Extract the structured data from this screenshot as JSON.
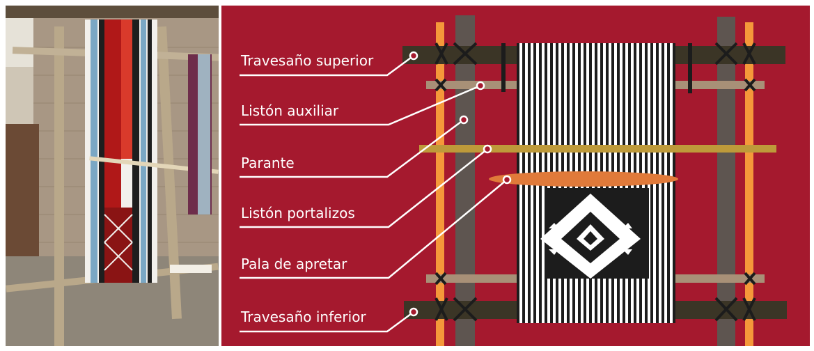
{
  "colors": {
    "background": "#A5192E",
    "crossbar": "#3B3526",
    "post": "#5E5550",
    "orange_post": "#F5983A",
    "aux_bar": "#A89077",
    "heddle_bar": "#BE9A3A",
    "beater": "#E07A3A",
    "warp": "#FFFFFF",
    "weave": "#1C1C1C",
    "tie": "#1C1C1C"
  },
  "labels": {
    "top_crossbar": "Travesaño superior",
    "aux_bar": "Listón auxiliar",
    "post": "Parante",
    "heddle_bar": "Listón portalizos",
    "beater": "Pala de apretar",
    "bottom_crossbar": "Travesaño inferior"
  },
  "photo": {
    "alt": ""
  }
}
